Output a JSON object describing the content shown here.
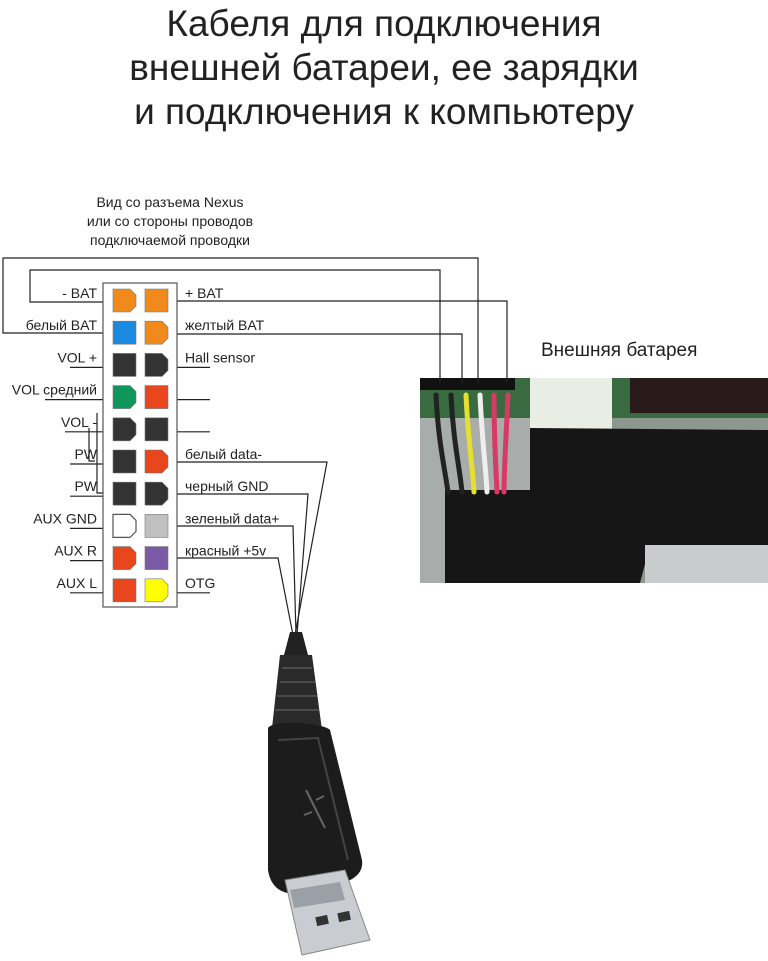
{
  "title": [
    "Кабеля для подключения",
    "внешней батареи, ее зарядки",
    "и подключения к компьютеру"
  ],
  "view_note": [
    "Вид со разъема Nexus",
    "или со стороны проводов",
    "подключаемой проводки"
  ],
  "battery_label": "Внешняя батарея",
  "connector": {
    "left_labels": [
      "- BAT",
      "белый BAT",
      "VOL +",
      "VOL средний",
      "VOL -",
      "PW",
      "PW",
      "AUX GND",
      "AUX R",
      "AUX L"
    ],
    "right_labels": [
      "+ BAT",
      "желтый BAT",
      "Hall sensor",
      "",
      "",
      "белый data-",
      "черный GND",
      "зеленый data+",
      "красный +5v",
      "OTG"
    ],
    "left_colors": [
      "#f08a1c",
      "#1a8ae0",
      "#333333",
      "#10955a",
      "#333333",
      "#333333",
      "#333333",
      "#ffffff",
      "#e8461c",
      "#e8461c"
    ],
    "right_colors": [
      "#f08a1c",
      "#f08a1c",
      "#333333",
      "#e8461c",
      "#333333",
      "#e8461c",
      "#333333",
      "#c0c0c0",
      "#7a5aa6",
      "#ffff00"
    ],
    "left_keyed": [
      true,
      false,
      false,
      true,
      true,
      false,
      false,
      true,
      true,
      false
    ],
    "right_keyed": [
      false,
      true,
      true,
      false,
      false,
      true,
      true,
      false,
      false,
      true
    ]
  }
}
